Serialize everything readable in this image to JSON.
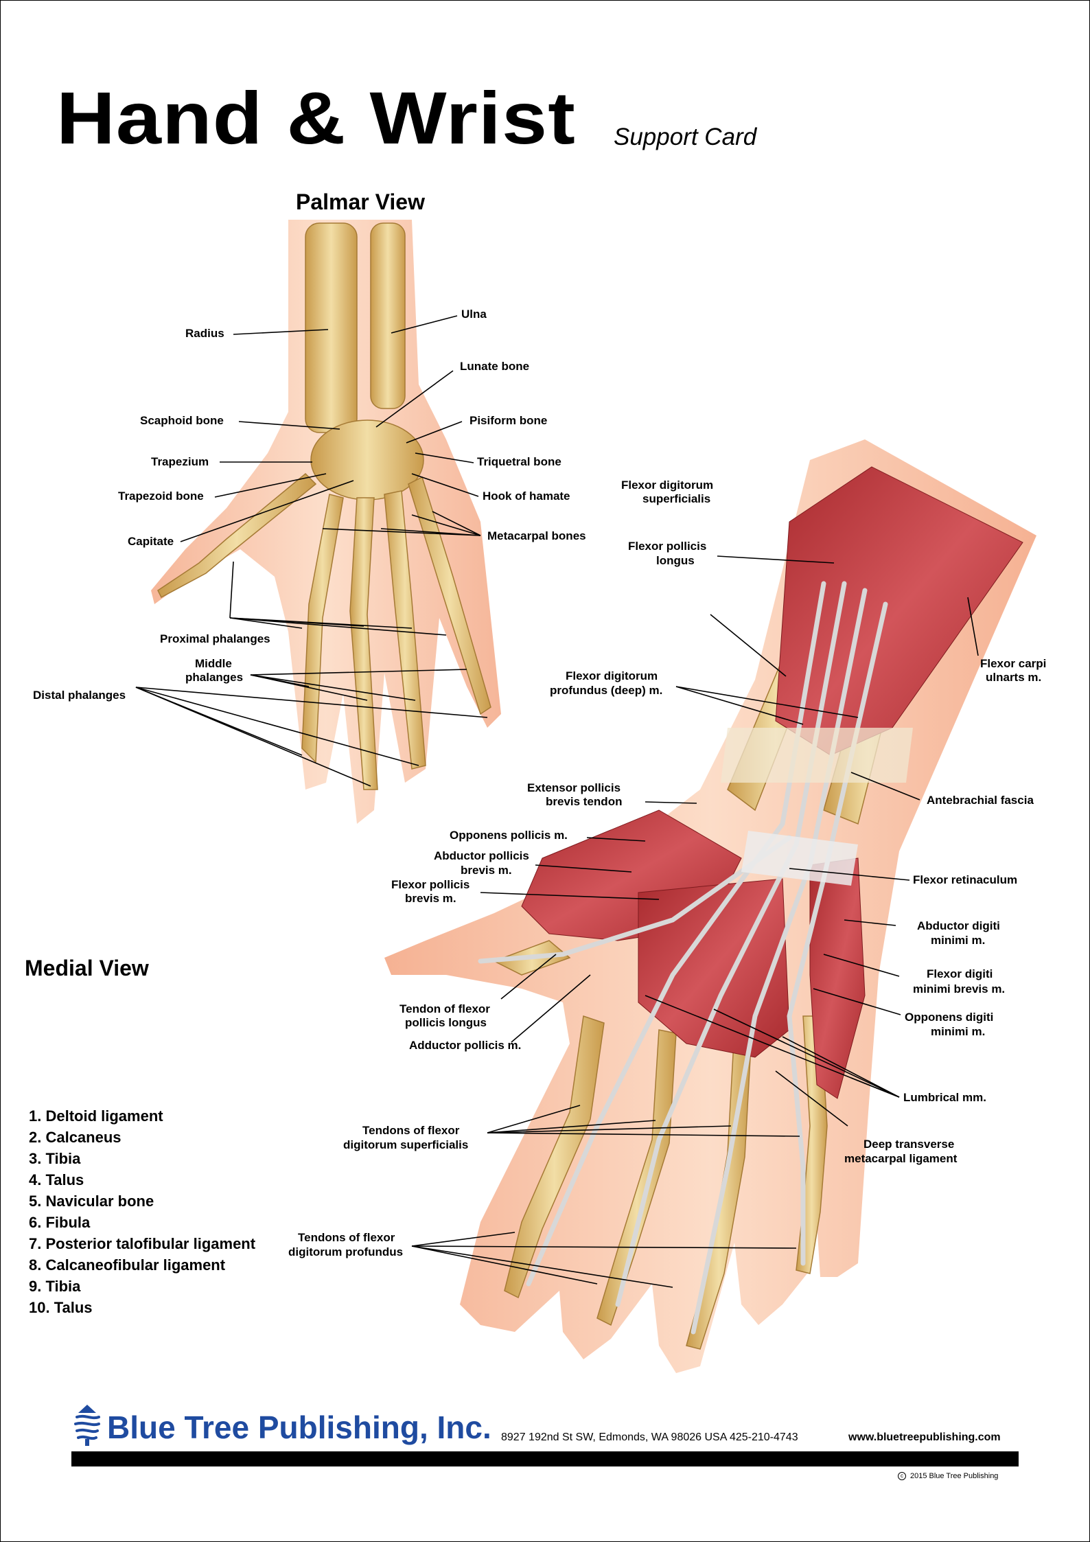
{
  "header": {
    "title": "Hand & Wrist",
    "subtitle": "Support Card"
  },
  "palmar_view": {
    "title": "Palmar View",
    "labels": {
      "radius": "Radius",
      "ulna": "Ulna",
      "lunate": "Lunate bone",
      "scaphoid": "Scaphoid bone",
      "pisiform": "Pisiform bone",
      "trapezium": "Trapezium",
      "triquetral": "Triquetral bone",
      "trapezoid": "Trapezoid bone",
      "hamate": "Hook of hamate",
      "capitate": "Capitate",
      "metacarpal": "Metacarpal bones",
      "proximal": "Proximal phalanges",
      "middle_1": "Middle",
      "middle_2": "phalanges",
      "distal": "Distal phalanges"
    }
  },
  "medial_view": {
    "title": "Medial View",
    "labels": {
      "fds_1": "Flexor digitorum",
      "fds_2": "superficialis",
      "fpl_1": "Flexor pollicis",
      "fpl_2": "longus",
      "fcu_1": "Flexor carpi",
      "fcu_2": "ulnarts m.",
      "fdp_1": "Flexor digitorum",
      "fdp_2": "profundus (deep) m.",
      "epb_1": "Extensor pollicis",
      "epb_2": "brevis tendon",
      "antebrachial": "Antebrachial fascia",
      "opponens_pollicis": "Opponens pollicis m.",
      "apb_1": "Abductor pollicis",
      "apb_2": "brevis m.",
      "retinaculum": "Flexor retinaculum",
      "fpb_1": "Flexor pollicis",
      "fpb_2": "brevis m.",
      "adm_1": "Abductor digiti",
      "adm_2": "minimi m.",
      "fdmb_1": "Flexor digiti",
      "fdmb_2": "minimi brevis m.",
      "tfpl_1": "Tendon of flexor",
      "tfpl_2": "pollicis longus",
      "odm_1": "Opponens digiti",
      "odm_2": "minimi m.",
      "adductor": "Adductor pollicis m.",
      "lumbrical": "Lumbrical mm.",
      "tfds_1": "Tendons of flexor",
      "tfds_2": "digitorum superficialis",
      "dtml_1": "Deep transverse",
      "dtml_2": "metacarpal ligament",
      "tfdp_1": "Tendons of flexor",
      "tfdp_2": "digitorum profundus"
    }
  },
  "legend": [
    "1. Deltoid ligament",
    "2. Calcaneus",
    "3. Tibia",
    "4. Talus",
    "5. Navicular bone",
    "6. Fibula",
    "7. Posterior talofibular ligament",
    "8. Calcaneofibular ligament",
    "9. Tibia",
    "10. Talus"
  ],
  "footer": {
    "publisher": "Blue Tree Publishing, Inc.",
    "address": "8927 192nd St SW, Edmonds, WA 98026 USA 425-210-4743",
    "url": "www.bluetreepublishing.com",
    "copyright": "2015 Blue Tree Publishing",
    "copyright_symbol": "c"
  },
  "colors": {
    "skin": "#f6b894",
    "skin_light": "#fbd5bd",
    "bone": "#d8b46a",
    "bone_light": "#f0dba0",
    "muscle": "#c0363a",
    "muscle_dark": "#9e2226",
    "tendon": "#d9d9d9",
    "publisher_blue": "#1f4ba0"
  }
}
